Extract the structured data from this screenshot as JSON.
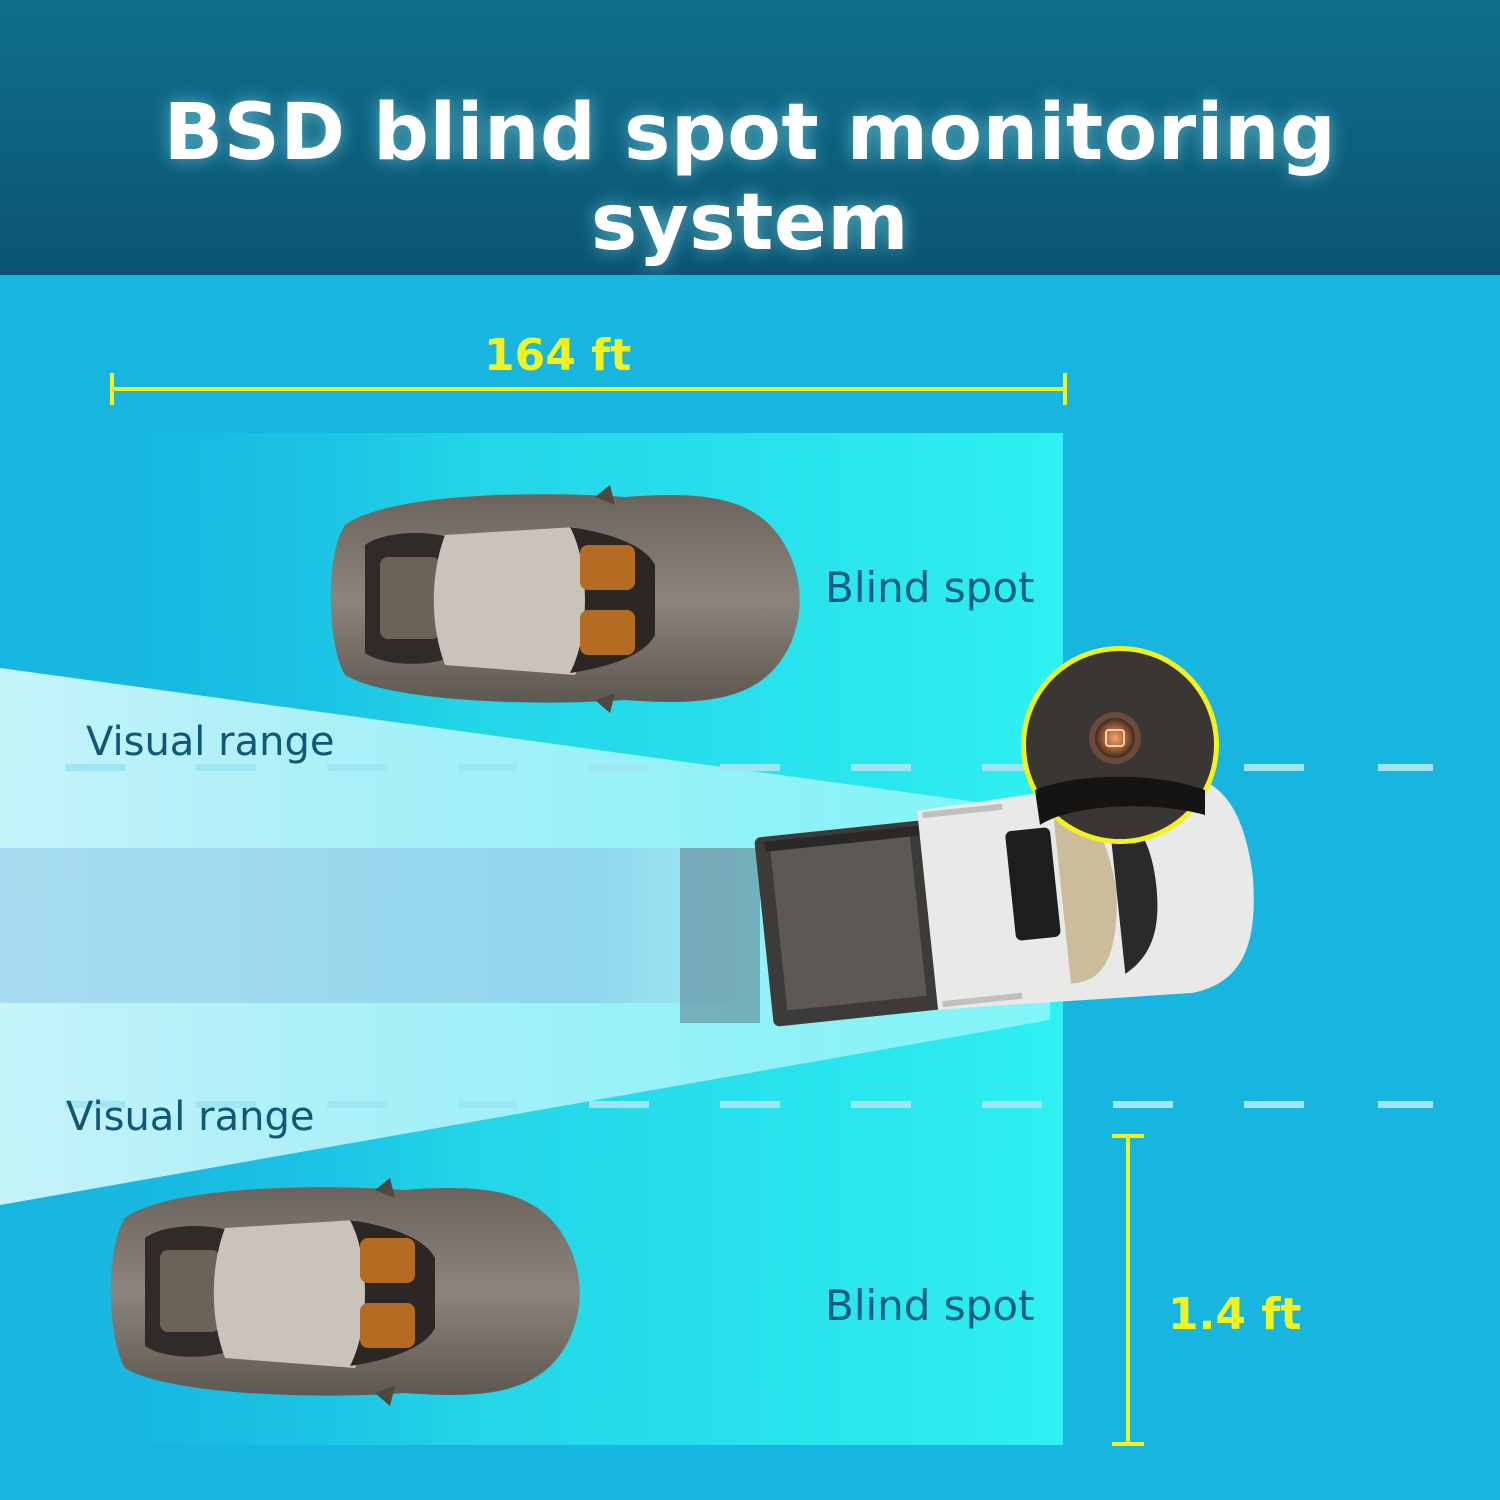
{
  "title": "BSD blind spot monitoring system",
  "labels": {
    "blind_spot_top": "Blind spot",
    "blind_spot_bottom": "Blind spot",
    "visual_range_top": "Visual range",
    "visual_range_bottom": "Visual range",
    "distance_length": "164 ft",
    "distance_width": "1.4 ft"
  },
  "colors": {
    "background": "#17b6e0",
    "header": "#0d5f7c",
    "zone": "#2ef0f2",
    "measure_line": "#f4f21c",
    "label_text": "#0d5d7e"
  },
  "icons": {
    "sensor": "radar-sensor-icon",
    "car": "sports-car-icon",
    "truck": "pickup-truck-icon"
  }
}
